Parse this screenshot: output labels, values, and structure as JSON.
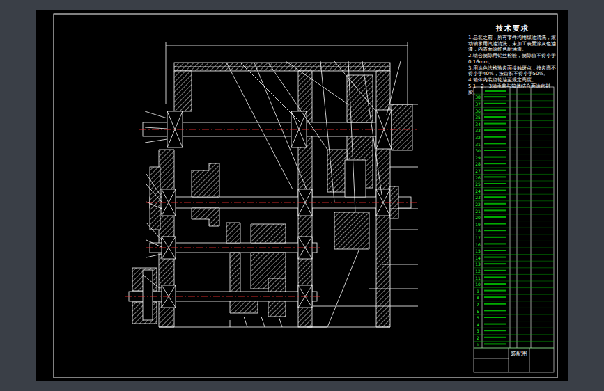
{
  "diagram": {
    "title": "技术要求",
    "labels": [
      "1.总装之前，所有零件均用煤油清洗，滚动轴承用汽油清洗，未加工表面涂灰色油漆，内表面涂红色耐油漆。",
      "2.啮合侧隙用铅丝检验，侧隙值不得小于0.16mm。",
      "3.用涂色法检验齿面接触斑点，按齿高不得小于40%，按齿长不得小于50%。",
      "4.箱体内装齿轮油至规定高度。",
      "5.1、2、3轴承盖与箱体结合面涂密封胶。",
      "1",
      "2",
      "3",
      "4",
      "5",
      "6",
      "7",
      "8",
      "9",
      "10",
      "11",
      "12",
      "13",
      "14",
      "15",
      "16",
      "17",
      "18",
      "19",
      "20",
      "21",
      "22",
      "23",
      "24",
      "25",
      "26",
      "27",
      "28",
      "29",
      "30",
      "31",
      "32",
      "33",
      "34",
      "35",
      "36",
      "37",
      "38",
      "装配图"
    ]
  }
}
